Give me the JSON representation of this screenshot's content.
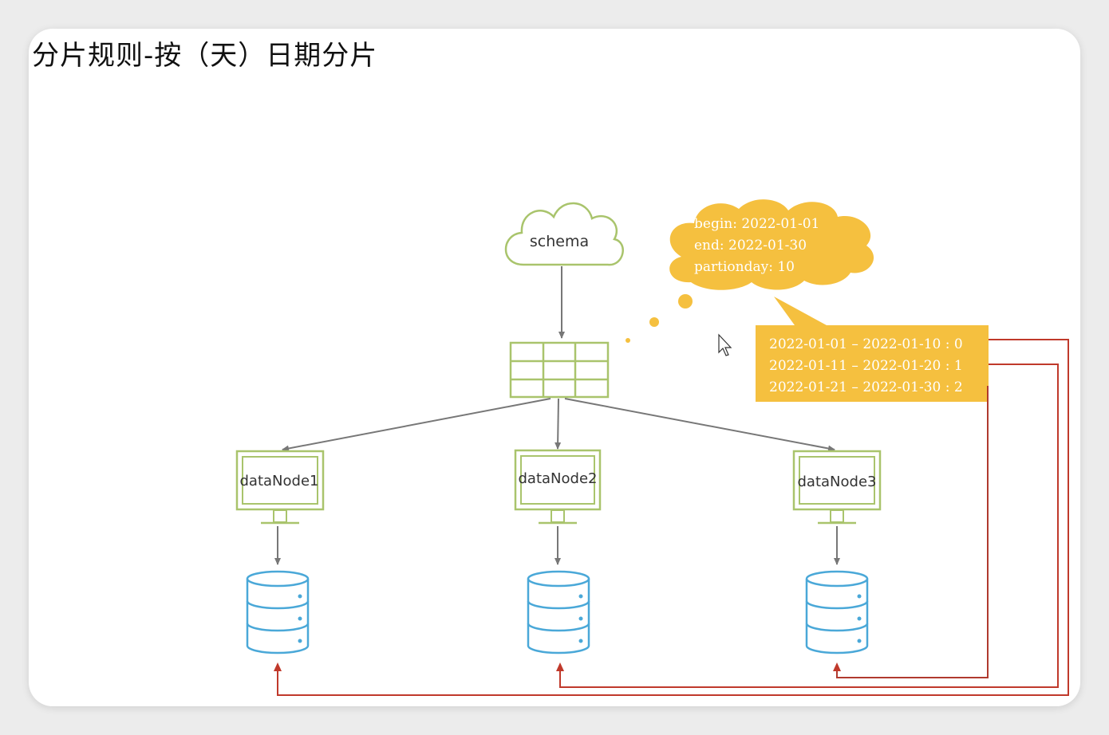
{
  "title": "分片规则-按（天）日期分片",
  "schema": {
    "label": "schema"
  },
  "config": {
    "lines": [
      "begin: 2022-01-01",
      "end: 2022-01-30",
      "partionday: 10"
    ]
  },
  "mapping": {
    "lines": [
      "2022-01-01 – 2022-01-10 : 0",
      "2022-01-11 – 2022-01-20 : 1",
      "2022-01-21 – 2022-01-30 : 2"
    ]
  },
  "nodes": [
    {
      "label": "dataNode1"
    },
    {
      "label": "dataNode2"
    },
    {
      "label": "dataNode3"
    }
  ],
  "colors": {
    "green": "#a9c46c",
    "yellow": "#f5c03f",
    "blue": "#4aa8d8",
    "red": "#c0392b",
    "darkred": "#b03a2e",
    "gray": "#777777"
  },
  "icons": {
    "cloud": "cloud-icon",
    "table": "table-grid-icon",
    "monitor": "monitor-icon",
    "database": "database-icon",
    "cursor": "mouse-cursor-icon"
  }
}
